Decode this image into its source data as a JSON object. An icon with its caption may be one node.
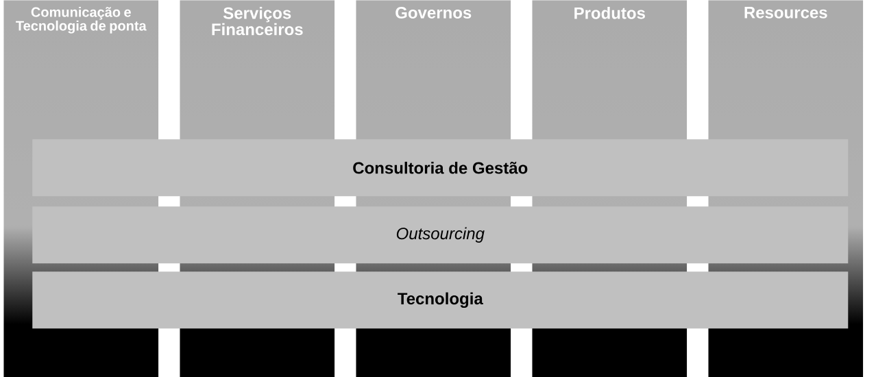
{
  "diagram": {
    "nodes": [
      {
        "text": [
          "Comunicação e Tecnologia de ponta"
        ]
      },
      {
        "text": [
          "Serviços Financeiros"
        ]
      },
      {
        "text": [
          "Governos"
        ]
      },
      {
        "text": [
          "Produtos"
        ]
      },
      {
        "text": [
          "Resources"
        ]
      },
      {
        "text": [
          "Consultoria de Gestão"
        ]
      },
      {
        "text": [
          "Outsourcing"
        ]
      },
      {
        "text": [
          "Tecnologia"
        ]
      }
    ]
  }
}
